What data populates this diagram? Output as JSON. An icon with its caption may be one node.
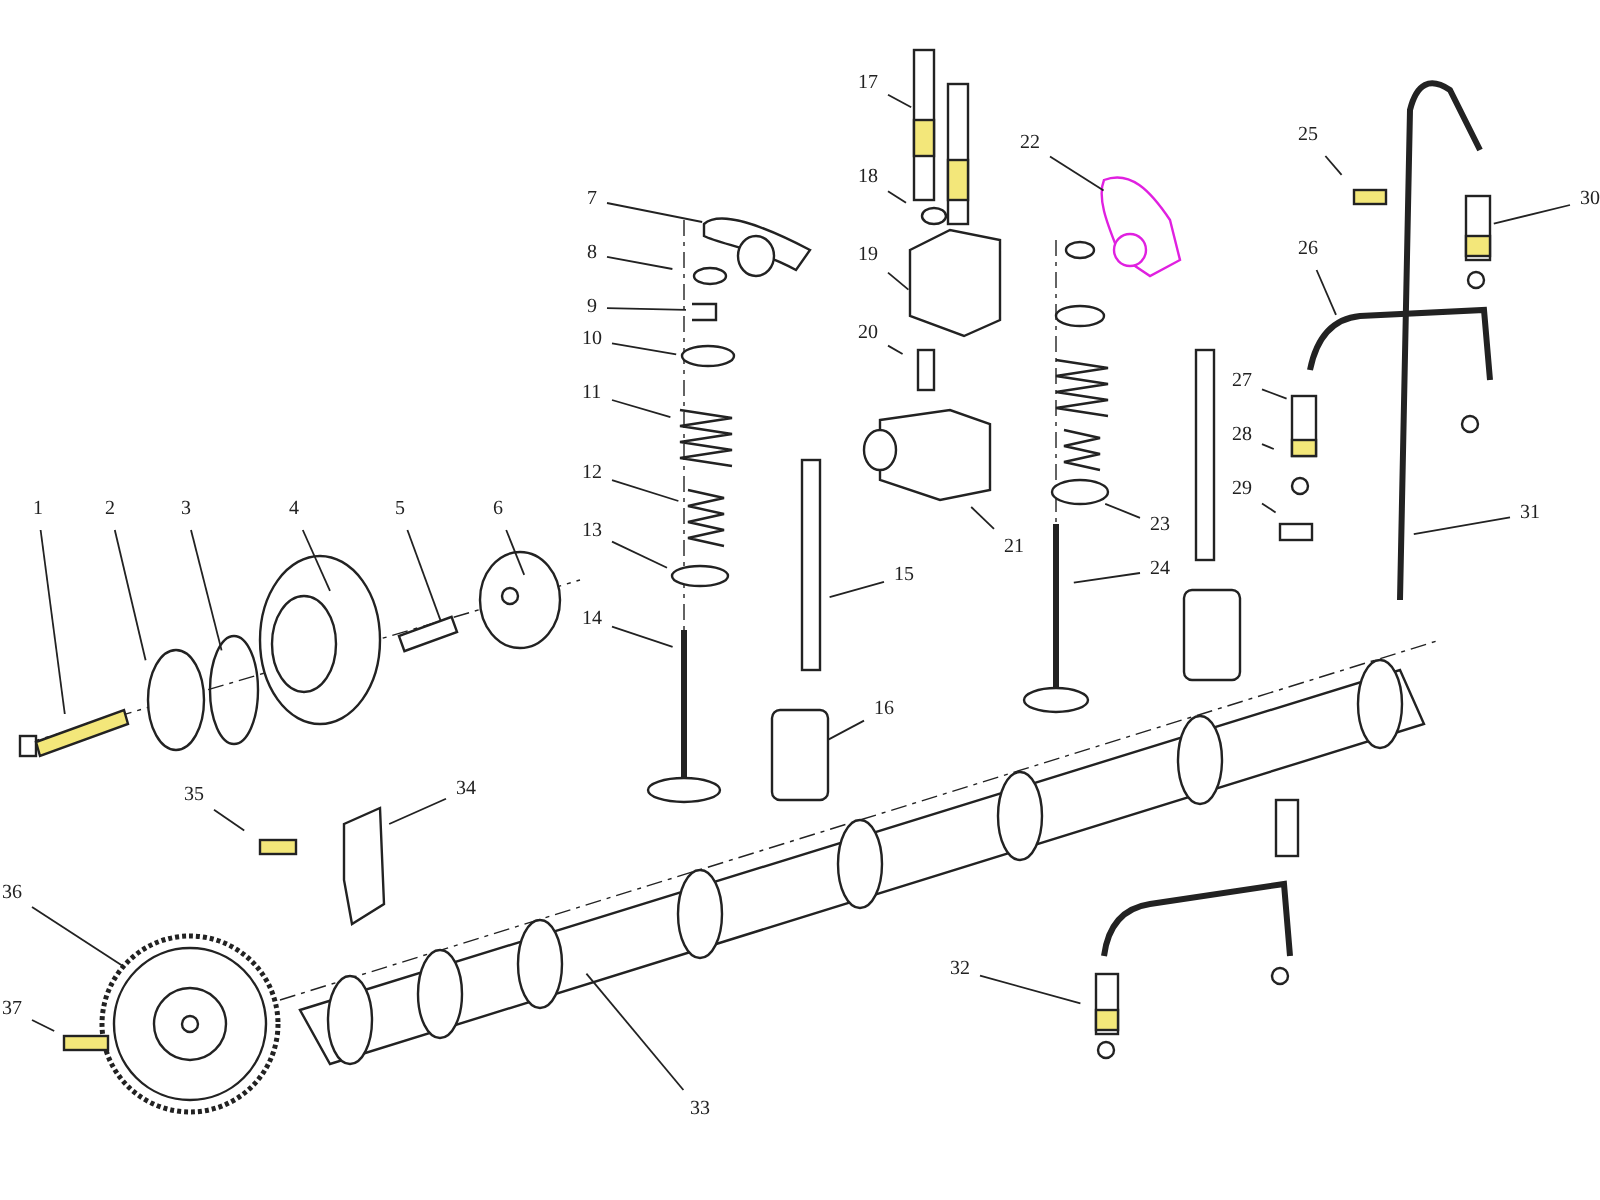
{
  "diagram": {
    "nodes": [
      {
        "text": [
          "1"
        ]
      },
      {
        "text": [
          "2"
        ]
      },
      {
        "text": [
          "3"
        ]
      },
      {
        "text": [
          "4"
        ]
      },
      {
        "text": [
          "5"
        ]
      },
      {
        "text": [
          "6"
        ]
      },
      {
        "text": [
          "7"
        ]
      },
      {
        "text": [
          "8"
        ]
      },
      {
        "text": [
          "9"
        ]
      },
      {
        "text": [
          "10"
        ]
      },
      {
        "text": [
          "11"
        ]
      },
      {
        "text": [
          "12"
        ]
      },
      {
        "text": [
          "13"
        ]
      },
      {
        "text": [
          "14"
        ]
      },
      {
        "text": [
          "15"
        ]
      },
      {
        "text": [
          "16"
        ]
      },
      {
        "text": [
          "17"
        ]
      },
      {
        "text": [
          "18"
        ]
      },
      {
        "text": [
          "19"
        ]
      },
      {
        "text": [
          "20"
        ]
      },
      {
        "text": [
          "21"
        ]
      },
      {
        "text": [
          "22"
        ]
      },
      {
        "text": [
          "23"
        ]
      },
      {
        "text": [
          "24"
        ]
      },
      {
        "text": [
          "25"
        ]
      },
      {
        "text": [
          "26"
        ]
      },
      {
        "text": [
          "27"
        ]
      },
      {
        "text": [
          "28"
        ]
      },
      {
        "text": [
          "29"
        ]
      },
      {
        "text": [
          "30"
        ]
      },
      {
        "text": [
          "31"
        ]
      },
      {
        "text": [
          "32"
        ]
      },
      {
        "text": [
          "33"
        ]
      },
      {
        "text": [
          "34"
        ]
      },
      {
        "text": [
          "35"
        ]
      },
      {
        "text": [
          "36"
        ]
      },
      {
        "text": [
          "37"
        ]
      }
    ],
    "edges": [
      {
        "from": 0,
        "to": null,
        "arrow": "none"
      },
      {
        "from": 1,
        "to": null,
        "arrow": "none"
      },
      {
        "from": 2,
        "to": null,
        "arrow": "none"
      },
      {
        "from": 3,
        "to": null,
        "arrow": "none"
      },
      {
        "from": 4,
        "to": null,
        "arrow": "none"
      },
      {
        "from": 5,
        "to": null,
        "arrow": "none"
      },
      {
        "from": 6,
        "to": null,
        "arrow": "none"
      },
      {
        "from": 7,
        "to": null,
        "arrow": "none"
      },
      {
        "from": 8,
        "to": null,
        "arrow": "none"
      },
      {
        "from": 9,
        "to": null,
        "arrow": "none"
      },
      {
        "from": 10,
        "to": null,
        "arrow": "none"
      },
      {
        "from": 11,
        "to": null,
        "arrow": "none"
      },
      {
        "from": 12,
        "to": null,
        "arrow": "none"
      },
      {
        "from": 13,
        "to": null,
        "arrow": "none"
      },
      {
        "from": 14,
        "to": null,
        "arrow": "none"
      },
      {
        "from": 15,
        "to": null,
        "arrow": "none"
      },
      {
        "from": 16,
        "to": null,
        "arrow": "none"
      },
      {
        "from": 17,
        "to": null,
        "arrow": "none"
      },
      {
        "from": 18,
        "to": null,
        "arrow": "none"
      },
      {
        "from": 19,
        "to": null,
        "arrow": "none"
      },
      {
        "from": 20,
        "to": null,
        "arrow": "none"
      },
      {
        "from": 21,
        "to": null,
        "arrow": "none"
      },
      {
        "from": 22,
        "to": null,
        "arrow": "none"
      },
      {
        "from": 23,
        "to": null,
        "arrow": "none"
      },
      {
        "from": 24,
        "to": null,
        "arrow": "none"
      },
      {
        "from": 25,
        "to": null,
        "arrow": "none"
      },
      {
        "from": 26,
        "to": null,
        "arrow": "none"
      },
      {
        "from": 27,
        "to": null,
        "arrow": "none"
      },
      {
        "from": 28,
        "to": null,
        "arrow": "none"
      },
      {
        "from": 29,
        "to": null,
        "arrow": "none"
      },
      {
        "from": 30,
        "to": null,
        "arrow": "none"
      },
      {
        "from": 31,
        "to": null,
        "arrow": "none"
      },
      {
        "from": 32,
        "to": null,
        "arrow": "none"
      },
      {
        "from": 33,
        "to": null,
        "arrow": "none"
      },
      {
        "from": 34,
        "to": null,
        "arrow": "none"
      },
      {
        "from": 35,
        "to": null,
        "arrow": "none"
      },
      {
        "from": 36,
        "to": null,
        "arrow": "none"
      }
    ]
  }
}
